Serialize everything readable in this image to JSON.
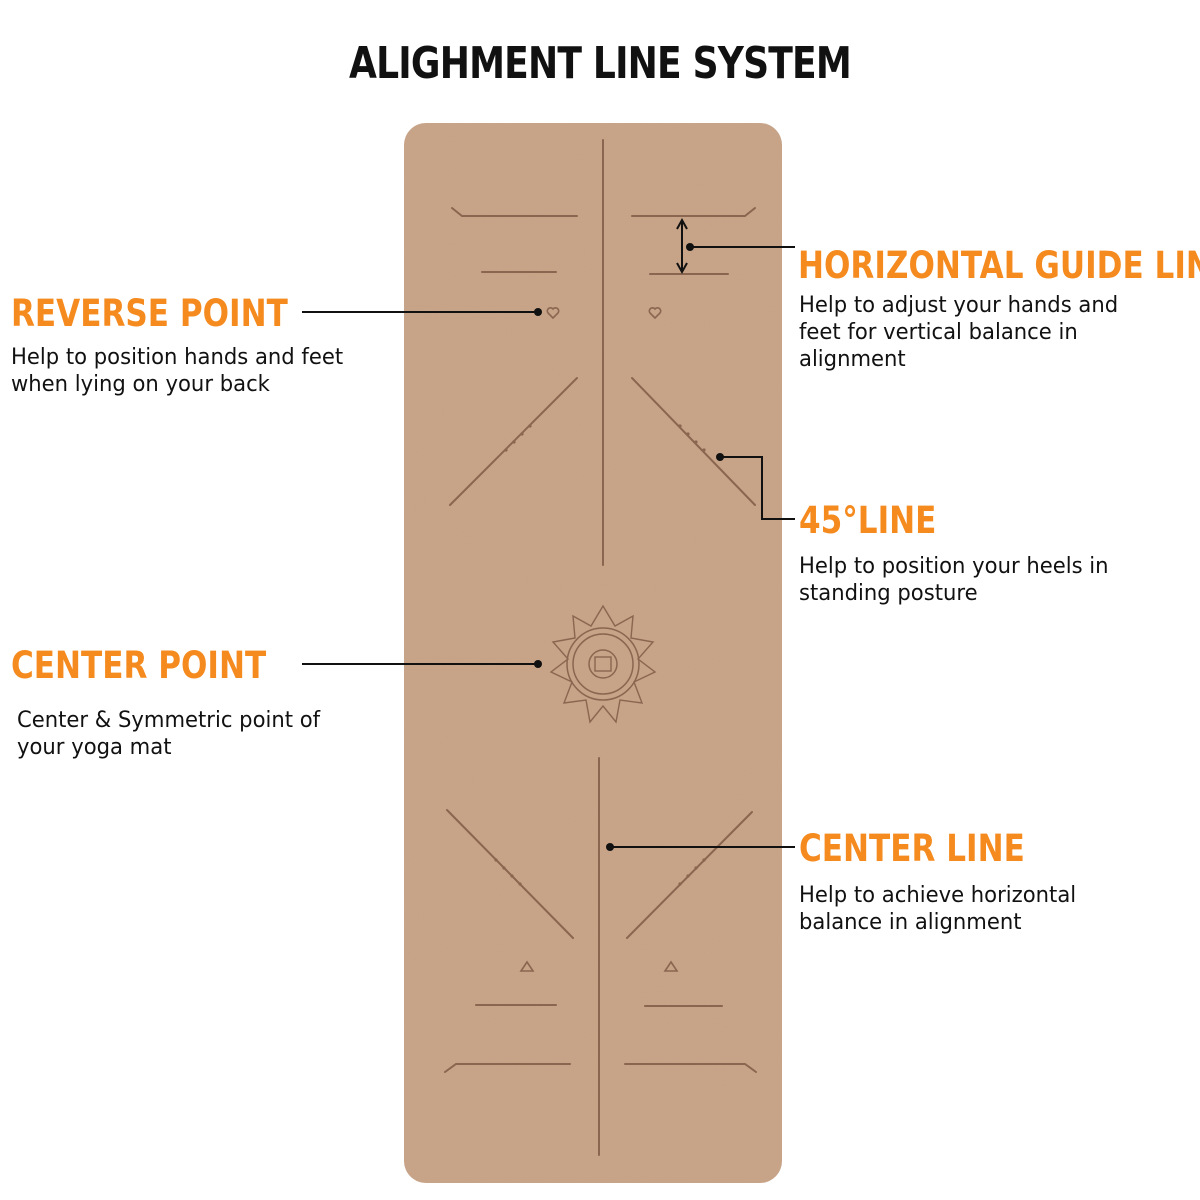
{
  "title": "ALIGHMENT LINE SYSTEM",
  "colors": {
    "accent": "#f58a1f",
    "mat": "#c9a488",
    "mat_line": "#8a6650",
    "leader": "#111111"
  },
  "callouts": {
    "horizontal_guide_line": {
      "label": "HORIZONTAL GUIDE LINE",
      "desc_1": "Help to adjust your hands and",
      "desc_2": "feet for vertical balance in",
      "desc_3": "alignment"
    },
    "reverse_point": {
      "label": "REVERSE POINT",
      "desc_1": "Help to position hands and feet",
      "desc_2": "when lying on your back"
    },
    "line_45": {
      "label": "45°LINE",
      "desc_1": "Help to position your heels in",
      "desc_2": "standing posture"
    },
    "center_point": {
      "label": "CENTER POINT",
      "desc_1": "Center & Symmetric point of",
      "desc_2": "your yoga mat"
    },
    "center_line": {
      "label": "CENTER LINE",
      "desc_1": "Help to achieve horizontal",
      "desc_2": "balance in alignment"
    }
  }
}
